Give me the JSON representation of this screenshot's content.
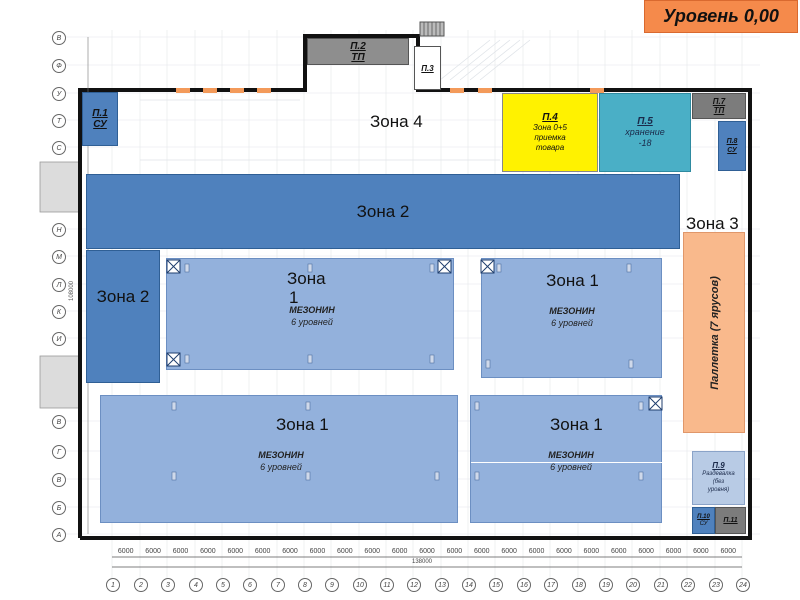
{
  "level": {
    "title": "Уровень 0,00"
  },
  "rooms": {
    "p1": {
      "code": "П.1",
      "name": "СУ"
    },
    "p2": {
      "code": "П.2",
      "name": "ТП"
    },
    "p3": {
      "code": "П.3"
    },
    "p4": {
      "code": "П.4",
      "lines": [
        "Зона 0+5",
        "приемка",
        "товара"
      ]
    },
    "p5": {
      "code": "П.5",
      "lines": [
        "хранение",
        "-18"
      ]
    },
    "p7": {
      "code": "П.7",
      "name": "ТП"
    },
    "p8": {
      "code": "П.8",
      "name": "СУ"
    },
    "p9": {
      "code": "П.9",
      "lines": [
        "Раздевалка",
        "(без",
        "уровня)"
      ]
    },
    "p10": {
      "code": "П.10",
      "name": "СУ"
    },
    "p11": {
      "code": "П.11"
    }
  },
  "zones": {
    "zone4": "Зона 4",
    "zone2_top": "Зона 2",
    "zone2_left": "Зона 2",
    "zone3": "Зона 3",
    "pallet": "Паллетка (7 ярусов)",
    "z1a": {
      "title_line1": "Зона",
      "title_line2": "1",
      "mez": "МЕЗОНИН",
      "sub": "6 уровней"
    },
    "z1b": {
      "title": "Зона 1",
      "mez": "МЕЗОНИН",
      "sub": "6 уровней"
    },
    "z1c": {
      "title": "Зона 1",
      "mez": "МЕЗОНИН",
      "sub": "6 уровней"
    },
    "z1d": {
      "title": "Зона 1",
      "mez": "МЕЗОНИН",
      "sub": "6 уровней"
    }
  },
  "axes": {
    "rows": [
      "В",
      "Ф",
      "У",
      "Т",
      "С",
      "Н",
      "М",
      "Л",
      "К",
      "И",
      "В",
      "Г",
      "В",
      "Б",
      "А"
    ],
    "cols": [
      "1",
      "2",
      "3",
      "4",
      "5",
      "6",
      "7",
      "8",
      "9",
      "10",
      "11",
      "12",
      "13",
      "14",
      "15",
      "16",
      "17",
      "18",
      "19",
      "20",
      "21",
      "22",
      "23",
      "24"
    ],
    "spans": [
      "6000",
      "6000",
      "6000",
      "6000",
      "6000",
      "6000",
      "6000",
      "6000",
      "6000",
      "6000",
      "6000",
      "6000",
      "6000",
      "6000",
      "6000",
      "6000",
      "6000",
      "6000",
      "6000",
      "6000",
      "6000",
      "6000",
      "6000"
    ],
    "total": "138000",
    "left_dim": "108000"
  },
  "colors": {
    "zone1": "#93b1dc",
    "zone2": "#4f81bd",
    "pallet": "#f9b98c",
    "yellow": "#fff200",
    "teal": "#4aafc6",
    "badge": "#f58a4b"
  }
}
